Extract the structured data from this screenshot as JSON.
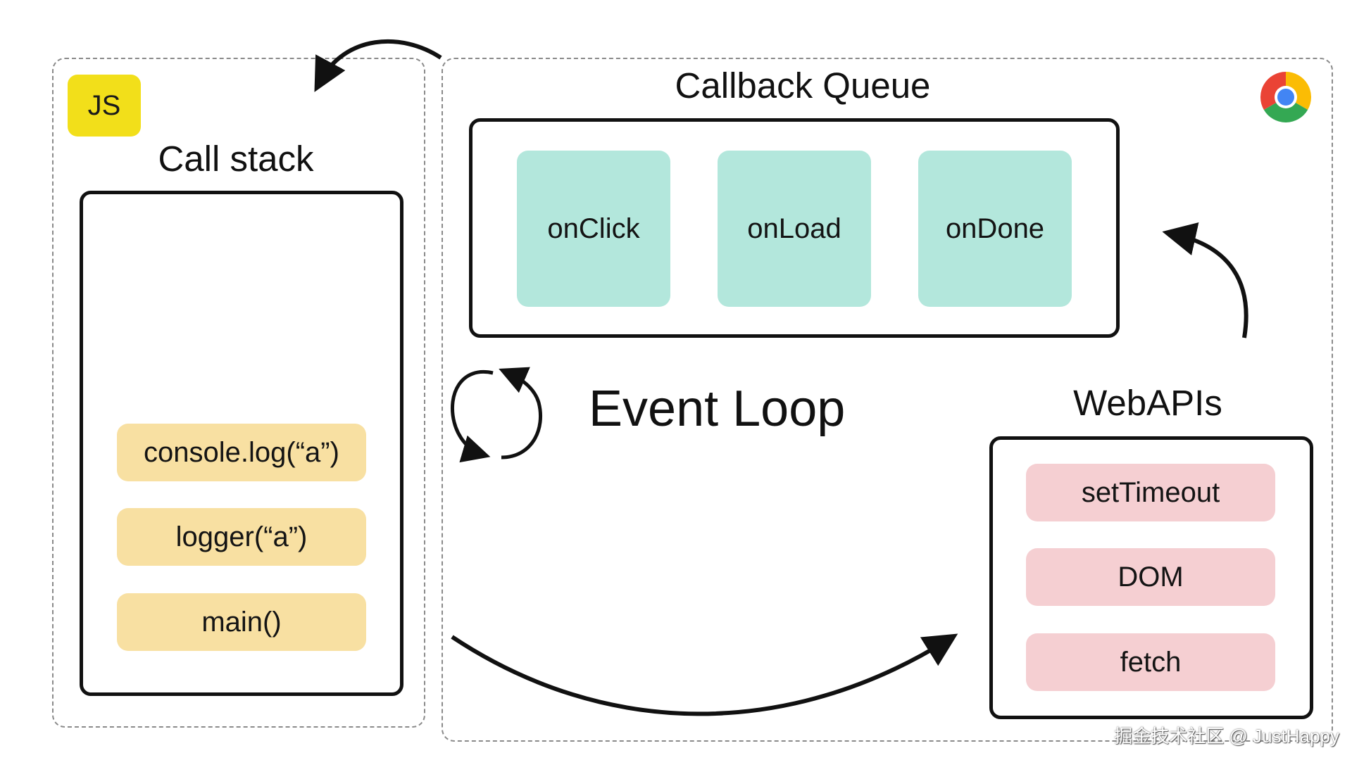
{
  "js_region": {
    "badge_label": "JS",
    "title": "Call stack",
    "stack_items": [
      "console.log(“a”)",
      "logger(“a”)",
      "main()"
    ]
  },
  "browser_region": {
    "icon": "chrome-icon",
    "callback_queue": {
      "title": "Callback Queue",
      "items": [
        "onClick",
        "onLoad",
        "onDone"
      ]
    },
    "event_loop_label": "Event Loop",
    "webapis": {
      "title": "WebAPIs",
      "items": [
        "setTimeout",
        "DOM",
        "fetch"
      ]
    }
  },
  "watermark": "掘金技术社区 @ JustHappy",
  "colors": {
    "js_badge": "#f2df1a",
    "stack_item": "#f8e0a2",
    "queue_item": "#b3e7dc",
    "api_item": "#f5cfd2",
    "border": "#111111",
    "dashed_border": "#8a8a8a"
  }
}
